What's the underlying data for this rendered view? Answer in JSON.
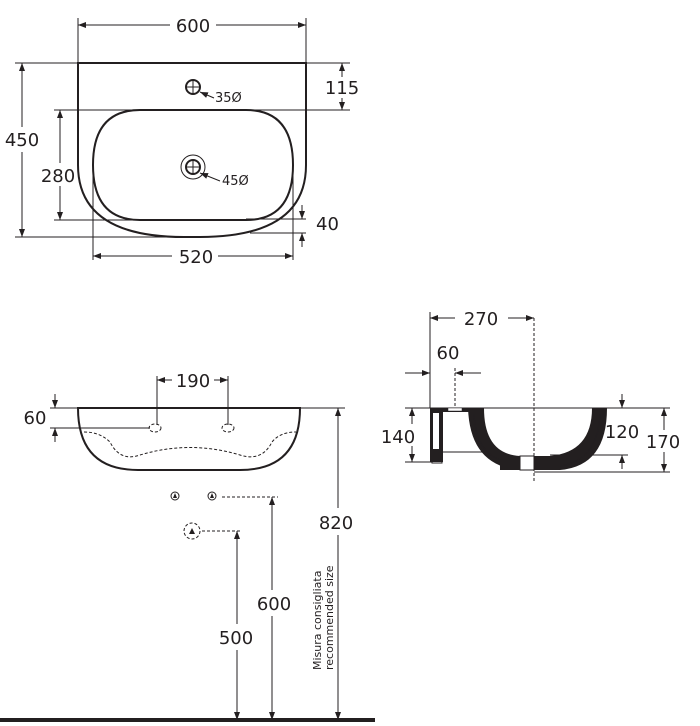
{
  "top_view": {
    "width_overall": "600",
    "depth_overall": "450",
    "tap_hole_offset": "115",
    "bowl_depth": "280",
    "rim_front": "40",
    "bowl_width": "520",
    "tap_hole_diameter": "35Ø",
    "drain_diameter": "45Ø"
  },
  "front_view": {
    "tap_spacing": "190",
    "rim_height": "60",
    "install_height": "820",
    "supply_height": "600",
    "waste_height": "500",
    "note_it": "Misura consigliata",
    "note_en": "recommended size"
  },
  "side_view": {
    "depth_to_drain": "270",
    "wall_offset": "60",
    "back_height": "140",
    "bowl_height": "120",
    "total_height": "170"
  }
}
